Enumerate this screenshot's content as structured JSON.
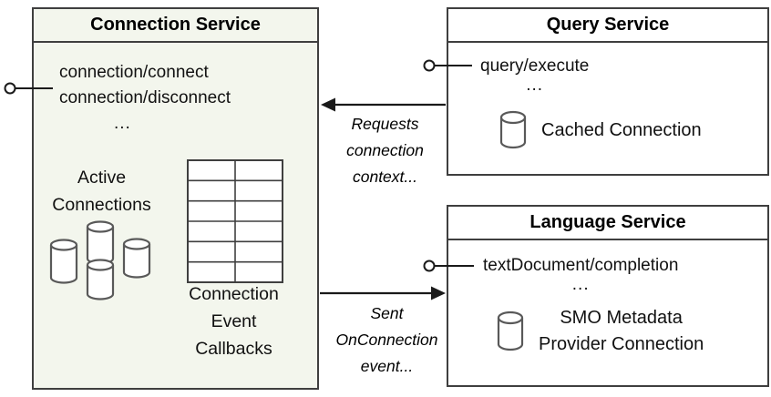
{
  "connection_service": {
    "title": "Connection Service",
    "methods": [
      "connection/connect",
      "connection/disconnect",
      "..."
    ],
    "active_connections_label": "Active\nConnections",
    "callbacks_label": "Connection\nEvent\nCallbacks"
  },
  "query_service": {
    "title": "Query Service",
    "method": "query/execute",
    "ellipsis": "...",
    "cached_connection_label": "Cached Connection"
  },
  "language_service": {
    "title": "Language Service",
    "method": "textDocument/completion",
    "ellipsis": "...",
    "connection_label": "SMO Metadata\nProvider Connection"
  },
  "arrows": {
    "requests_label": "Requests\nconnection\ncontext...",
    "sent_label": "Sent\nOnConnection\nevent..."
  },
  "colors": {
    "connection_box_fill": "#f3f6ed",
    "box_border": "#3f3f3f",
    "cylinder_stroke": "#595959",
    "wire": "#1a1a1a"
  }
}
